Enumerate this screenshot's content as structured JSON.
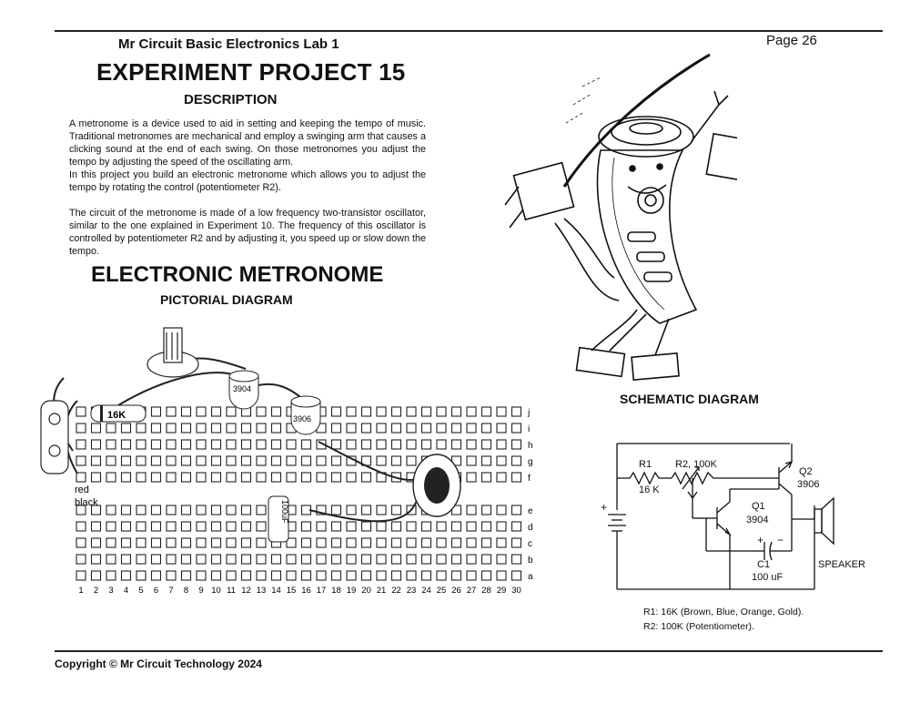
{
  "header": {
    "lab_title": "Mr Circuit Basic Electronics Lab 1",
    "page_number": "Page 26"
  },
  "experiment": {
    "title": "EXPERIMENT PROJECT 15",
    "description_heading": "DESCRIPTION",
    "paragraphs": [
      "A metronome is a device used to aid in setting and keeping the tempo of music. Traditional metronomes are mechanical and employ a swinging arm that causes a clicking sound at the end of each swing. On those metronomes you adjust the tempo by adjusting the speed of the oscillating arm.",
      "In this project you build an electronic metronome which allows you to adjust the tempo by rotating the control (potentiometer R2).",
      "The circuit of the metronome is made of a low frequency two-transistor oscillator, similar to the one explained in Experiment 10. The frequency of this oscillator is controlled by potentiometer R2 and by adjusting it, you speed up or slow down the tempo."
    ]
  },
  "pictorial": {
    "section_title": "ELECTRONIC METRONOME",
    "heading": "PICTORIAL DIAGRAM",
    "row_labels": [
      "j",
      "i",
      "h",
      "g",
      "f",
      "e",
      "d",
      "c",
      "b",
      "a"
    ],
    "column_numbers": [
      "1",
      "2",
      "3",
      "4",
      "5",
      "6",
      "7",
      "8",
      "9",
      "10",
      "11",
      "12",
      "13",
      "14",
      "15",
      "16",
      "17",
      "18",
      "19",
      "20",
      "21",
      "22",
      "23",
      "24",
      "25",
      "26",
      "27",
      "28",
      "29",
      "30"
    ],
    "resistor_label": "16K",
    "q1_label": "3904",
    "q2_label": "3906",
    "capacitor_label": "100uF",
    "wire_red": "red",
    "wire_black": "black"
  },
  "schematic": {
    "heading": "SCHEMATIC DIAGRAM",
    "r1_name": "R1",
    "r1_value": "16 K",
    "r2_name": "R2, 100K",
    "q1_name": "Q1",
    "q1_value": "3904",
    "q2_name": "Q2",
    "q2_value": "3906",
    "c1_name": "C1",
    "c1_value": "100 uF",
    "speaker_label": "SPEAKER",
    "plus": "+",
    "minus": "−",
    "notes": [
      "R1: 16K (Brown, Blue, Orange, Gold).",
      "R2: 100K (Potentiometer)."
    ]
  },
  "footer": {
    "copyright": "Copyright © Mr Circuit Technology 2024"
  }
}
